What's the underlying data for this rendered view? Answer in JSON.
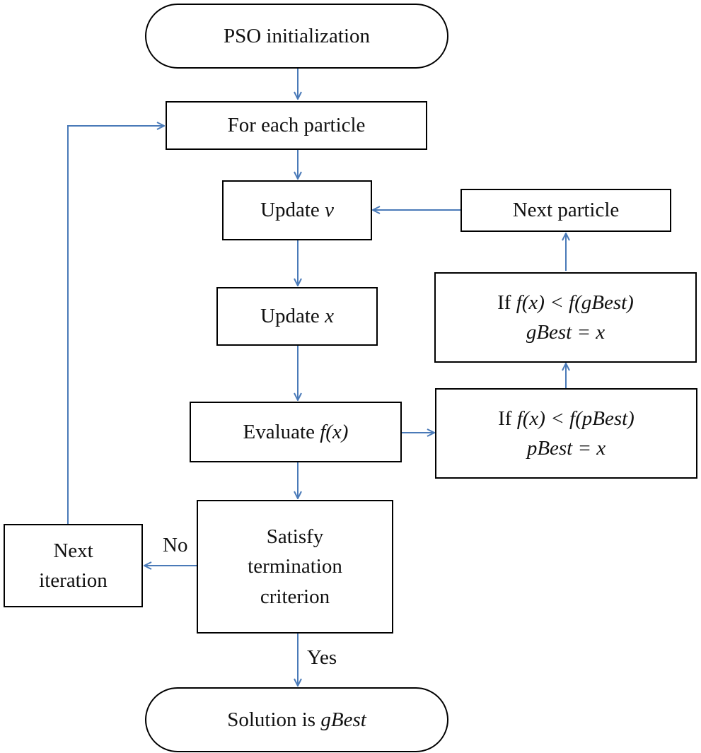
{
  "colors": {
    "connector": "#4a7ab8",
    "border": "#000000",
    "text": "#111111"
  },
  "nodes": {
    "start": {
      "text": "PSO initialization"
    },
    "for_each": {
      "text": "For each particle"
    },
    "update_v": {
      "text": "Update",
      "var": "v"
    },
    "update_x": {
      "text": "Update",
      "var": "x"
    },
    "evaluate": {
      "text": "Evaluate",
      "expr": "f(x)"
    },
    "pbest": {
      "line1_prefix": "If",
      "line1_expr": "f(x) < f(pBest)",
      "line2_expr": "pBest = x"
    },
    "gbest": {
      "line1_prefix": "If",
      "line1_expr": "f(x) < f(gBest)",
      "line2_expr": "gBest = x"
    },
    "next_particle": {
      "text": "Next particle"
    },
    "terminate": {
      "line1": "Satisfy",
      "line2": "termination",
      "line3": "criterion"
    },
    "next_iteration": {
      "line1": "Next",
      "line2": "iteration"
    },
    "end": {
      "text": "Solution is",
      "var": "gBest"
    }
  },
  "edge_labels": {
    "no": "No",
    "yes": "Yes"
  }
}
